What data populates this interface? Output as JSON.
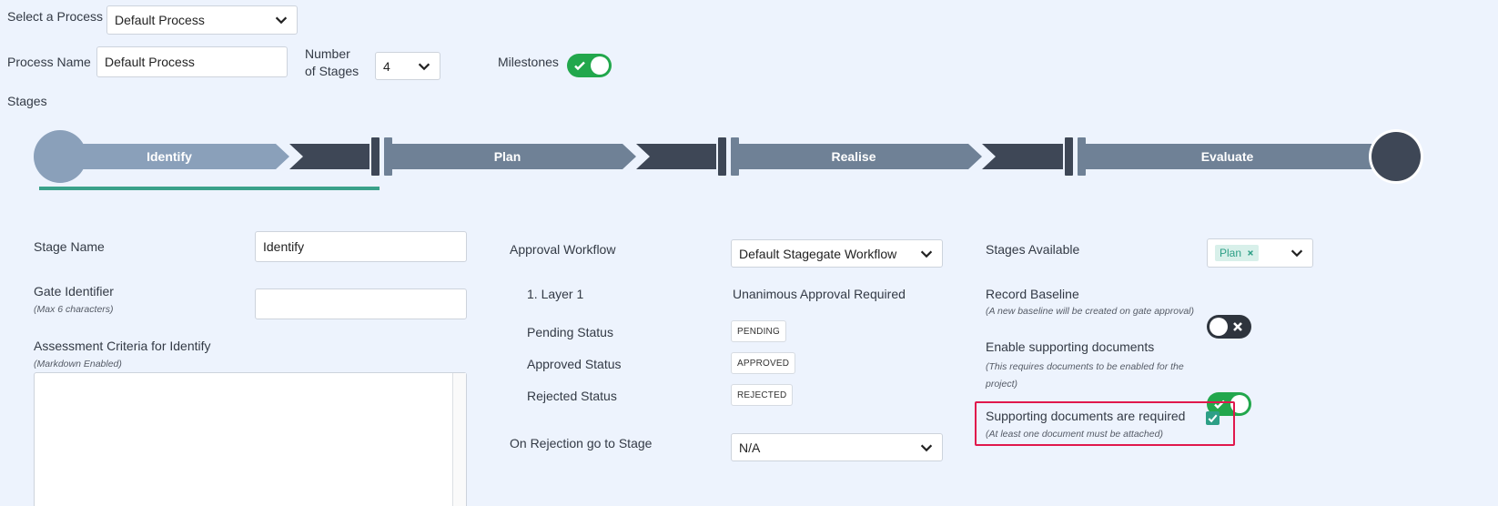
{
  "process": {
    "select_label": "Select a Process",
    "selected": "Default Process",
    "name_label": "Process Name",
    "name_value": "Default Process",
    "stages_count_label_line1": "Number",
    "stages_count_label_line2": "of Stages",
    "stages_count_value": "4",
    "milestones_label": "Milestones",
    "milestones_on": true
  },
  "stages": {
    "section_label": "Stages",
    "items": [
      {
        "label": "Identify",
        "active": true
      },
      {
        "label": "Plan",
        "active": false
      },
      {
        "label": "Realise",
        "active": false
      },
      {
        "label": "Evaluate",
        "active": false
      }
    ]
  },
  "stage_form": {
    "name_label": "Stage Name",
    "name_value": "Identify",
    "gate_label": "Gate Identifier",
    "gate_hint": "(Max 6 characters)",
    "gate_value": "",
    "criteria_label": "Assessment Criteria for Identify",
    "criteria_hint": "(Markdown Enabled)",
    "criteria_value": ""
  },
  "approval": {
    "workflow_label": "Approval Workflow",
    "workflow_value": "Default Stagegate Workflow",
    "layer_label": "1. Layer 1",
    "layer_value": "Unanimous Approval Required",
    "pending_label": "Pending Status",
    "pending_badge": "PENDING",
    "approved_label": "Approved Status",
    "approved_badge": "APPROVED",
    "rejected_label": "Rejected Status",
    "rejected_badge": "REJECTED",
    "rejection_label": "On Rejection go to Stage",
    "rejection_value": "N/A"
  },
  "options": {
    "available_label": "Stages Available",
    "available_tag": "Plan",
    "baseline_label": "Record Baseline",
    "baseline_hint": "(A new baseline will be created on gate approval)",
    "baseline_on": false,
    "supporting_label": "Enable supporting documents",
    "supporting_hint_line1": "(This requires documents to be enabled for the",
    "supporting_hint_line2": "project)",
    "supporting_on": true,
    "required_label": "Supporting documents are required",
    "required_hint": "(At least one document must be attached)",
    "required_checked": true
  },
  "colors": {
    "background": "#edf3fd",
    "stage_active": "#8aa0ba",
    "stage_inactive": "#6f8196",
    "stage_gate": "#3e4756",
    "active_underline": "#3aa18a",
    "toggle_on": "#22a74c",
    "toggle_off": "#2e343d",
    "highlight_border": "#e0184c",
    "tag_bg": "#d8f0ea",
    "tag_text": "#2d9f86",
    "checkbox": "#2d9f86"
  },
  "icons": {
    "dropdown": "chevron-down-icon",
    "toggle_on": "check-icon",
    "toggle_off": "x-icon",
    "tag_remove": "x-icon",
    "checkbox": "checkmark-icon"
  }
}
